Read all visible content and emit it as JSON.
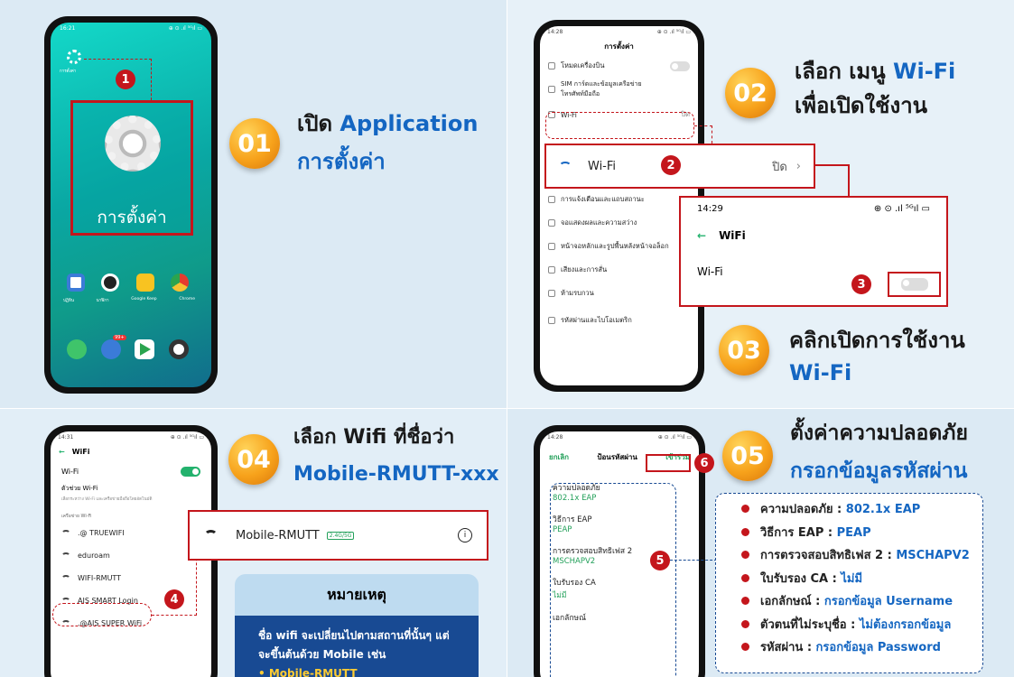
{
  "q1": {
    "time": "16:21",
    "status": "⊕ ⊙ .ıl ⁵ᴳıl ▭",
    "small_label": "การตั้งค่า",
    "big_label": "การตั้งค่า",
    "step": "1",
    "badge": "01",
    "heading1_a": "เปิด ",
    "heading1_b": "Application",
    "heading2": "การตั้งค่า",
    "apps": [
      "ปฏิทิน",
      "นาฬิกา",
      "Google Keep",
      "Chrome"
    ],
    "notif": "99+"
  },
  "q2": {
    "time": "14:28",
    "title": "การตั้งค่า",
    "items_top": [
      {
        "label": "โหมดเครื่องบิน"
      },
      {
        "label": "SIM การ์ดและข้อมูลเครือข่าย โทรศัพท์มือถือ"
      }
    ],
    "wifi_small": {
      "label": "Wi-Fi",
      "value": "ปิด"
    },
    "items_bottom": [
      "การแจ้งเตือนและแถบสถานะ",
      "จอแสดงผลและความสว่าง",
      "หน้าจอหลักและรูปพื้นหลังหน้าจอล็อก",
      "เสียงและการสั่น",
      "ห้ามรบกวน",
      "รหัสผ่านและไบโอเมตริก"
    ],
    "zoom": {
      "label": "Wi-Fi",
      "value": "ปิด"
    },
    "step2": "2",
    "panel": {
      "time": "14:29",
      "status": "⊕ ⊙ .ıl ⁵ᴳıl ▭",
      "back": "←",
      "title": "WiFi",
      "row": "Wi-Fi"
    },
    "step3": "3",
    "badge02": "02",
    "h02a_1": "เลือก เมนู ",
    "h02a_2": "Wi-Fi",
    "h02b": "เพื่อเปิดใช้งาน",
    "badge03": "03",
    "h03a": "คลิกเปิดการใช้งาน",
    "h03b": "Wi-Fi"
  },
  "q3": {
    "time": "14:31",
    "title": "WiFi",
    "wifi_label": "Wi-Fi",
    "assist": "ตัวช่วย Wi-Fi",
    "assist_sub": "เลือกระหว่าง Wi-Fi และเครือข่ายมือถือโดยอัตโนมัติ",
    "nets_header": "เครือข่าย Wi-Fi",
    "nets": [
      ".@ TRUEWIFI",
      "eduroam",
      "WIFI-RMUTT",
      "AIS SMART Login",
      ".@AIS SUPER WiFi"
    ],
    "tag": "2.4G/5G",
    "step4": "4",
    "badge": "04",
    "h1": "เลือก Wifi ที่ชื่อว่า",
    "h2": "Mobile-RMUTT-xxx",
    "zoom_name": "Mobile-RMUTT",
    "note_title": "หมายเหตุ",
    "note_text": "ชื่อ wifi จะเปลี่ยนไปตามสถานที่นั้นๆ แต่จะขึ้นต้นด้วย Mobile เช่น",
    "note_example": "• Mobile-RMUTT"
  },
  "q4": {
    "time": "14:28",
    "cancel": "ยกเลิก",
    "title": "ป้อนรหัสผ่าน",
    "join": "เข้าร่วม",
    "fields": [
      {
        "label": "ความปลอดภัย",
        "value": "802.1x EAP"
      },
      {
        "label": "วิธีการ EAP",
        "value": "PEAP"
      },
      {
        "label": "การตรวจสอบสิทธิเฟส 2",
        "value": "MSCHAPV2"
      },
      {
        "label": "ใบรับรอง CA",
        "value": "ไม่มี"
      },
      {
        "label": "เอกลักษณ์",
        "value": ""
      }
    ],
    "step5": "5",
    "step6": "6",
    "badge": "05",
    "h1": "ตั้งค่าความปลอดภัย",
    "h2": "กรอกข้อมูลรหัสผ่าน",
    "bullets": [
      {
        "k": "ความปลอดภัย : ",
        "v": "802.1x EAP"
      },
      {
        "k": "วิธีการ EAP : ",
        "v": "PEAP"
      },
      {
        "k": "การตรวจสอบสิทธิเฟส 2 : ",
        "v": "MSCHAPV2"
      },
      {
        "k": "ใบรับรอง CA : ",
        "v": "ไม่มี"
      },
      {
        "k": "เอกลักษณ์ :  ",
        "v": "กรอกข้อมูล Username"
      },
      {
        "k": "ตัวตนที่ไม่ระบุชื่อ : ",
        "v": "ไม่ต้องกรอกข้อมูล"
      },
      {
        "k": "รหัสผ่าน : ",
        "v": "กรอกข้อมูล Password"
      }
    ]
  }
}
